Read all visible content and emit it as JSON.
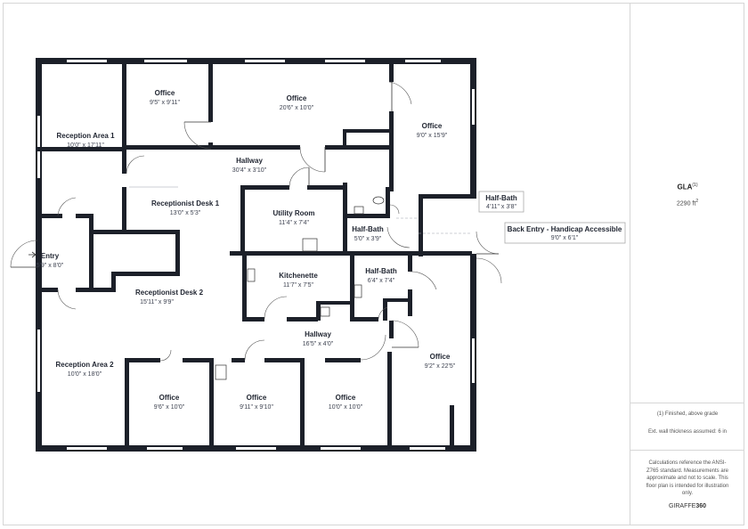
{
  "rooms": [
    {
      "label": "Office",
      "dims": "9'5\" x 9'11\""
    },
    {
      "label": "Office",
      "dims": "20'6\" x 10'0\""
    },
    {
      "label": "Office",
      "dims": "9'0\" x 15'9\""
    },
    {
      "label": "Reception Area 1",
      "dims": "10'0\" x 17'11\""
    },
    {
      "label": "Hallway",
      "dims": "30'4\" x 3'10\""
    },
    {
      "label": "Receptionist Desk 1",
      "dims": "13'0\" x 5'3\""
    },
    {
      "label": "Utility Room",
      "dims": "11'4\" x 7'4\""
    },
    {
      "label": "Half-Bath",
      "dims": "5'0\" x 3'9\""
    },
    {
      "label": "Entry",
      "dims": "5'9\" x 8'0\""
    },
    {
      "label": "Kitchenette",
      "dims": "11'7\" x 7'5\""
    },
    {
      "label": "Half-Bath",
      "dims": "6'4\" x 7'4\""
    },
    {
      "label": "Receptionist Desk 2",
      "dims": "15'11\" x 9'9\""
    },
    {
      "label": "Hallway",
      "dims": "16'5\" x 4'0\""
    },
    {
      "label": "Office",
      "dims": "9'2\" x 22'5\""
    },
    {
      "label": "Reception Area 2",
      "dims": "10'0\" x 18'0\""
    },
    {
      "label": "Office",
      "dims": "9'6\" x 10'0\""
    },
    {
      "label": "Office",
      "dims": "9'11\" x 9'10\""
    },
    {
      "label": "Office",
      "dims": "10'0\" x 10'0\""
    }
  ],
  "callouts": [
    {
      "label": "Half-Bath",
      "dims": "4'11\" x 3'8\""
    },
    {
      "label": "Back Entry - Handicap Accessible",
      "dims": "9'0\" x 6'1\""
    }
  ],
  "summary": {
    "gla_title": "GLA",
    "gla_superscript": "(1)",
    "gla_value": "2290 ft",
    "gla_unit_superscript": "2"
  },
  "notes": {
    "finished": "(1) Finished, above grade",
    "wall_thickness": "Ext. wall thickness assumed: 6 in"
  },
  "disclaimer": "Calculations reference the ANSI-Z765 standard. Measurements are approximate and not to scale. This floor plan is intended for illustration only.",
  "brand": {
    "name": "GIRAFFE",
    "suffix": "360"
  }
}
